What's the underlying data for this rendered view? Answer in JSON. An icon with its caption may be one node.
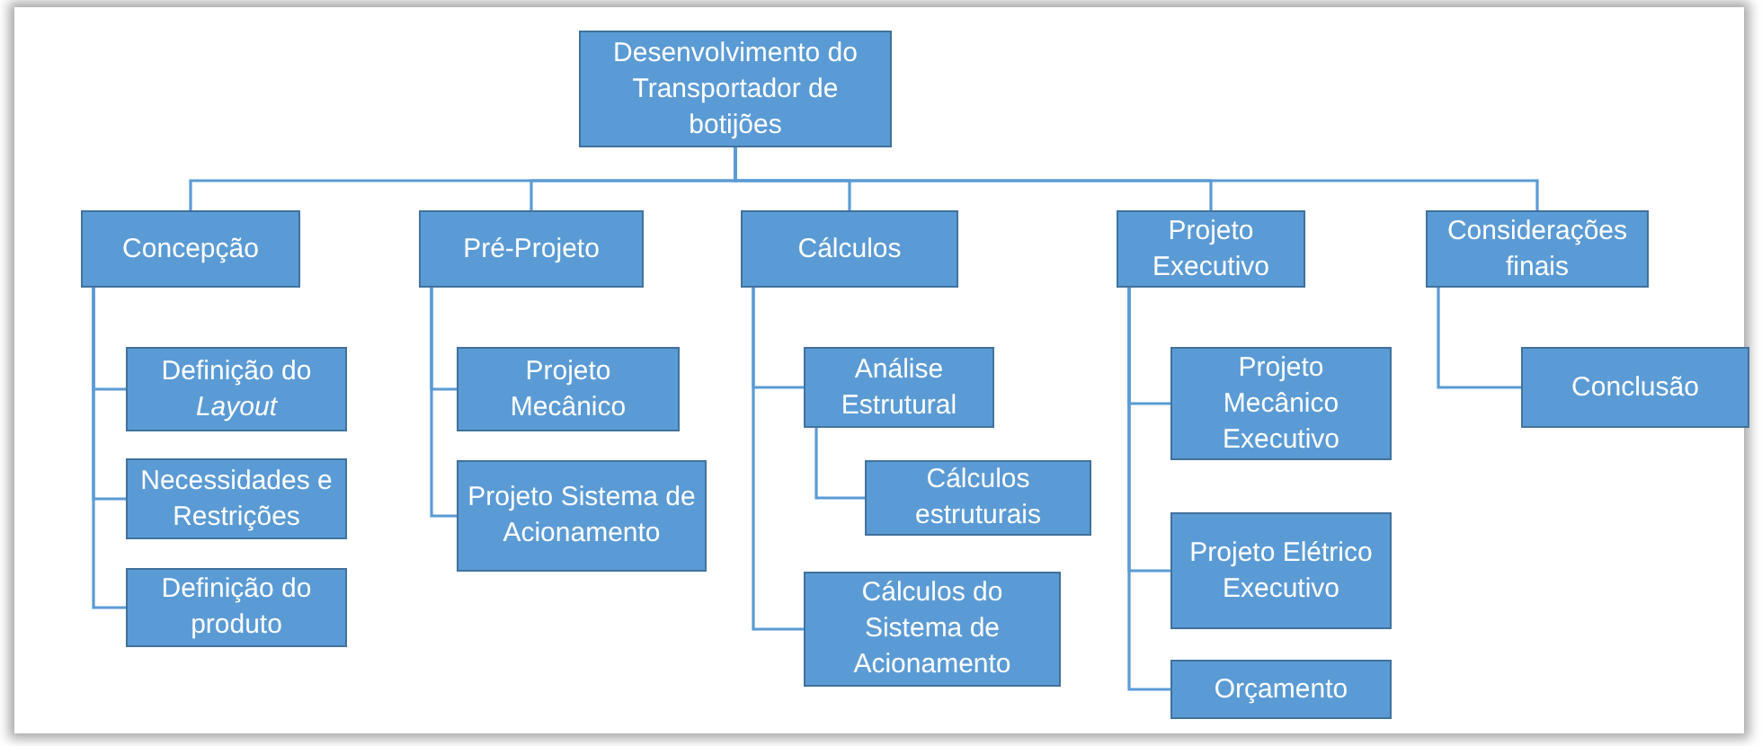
{
  "diagram": {
    "nodes": [
      {
        "text": [
          "Desenvolvimento do Transportador de botijões"
        ]
      },
      {
        "text": [
          "Concepção"
        ]
      },
      {
        "text": [
          "Pré-Projeto"
        ]
      },
      {
        "text": [
          "Cálculos"
        ]
      },
      {
        "text": [
          "Projeto Executivo"
        ]
      },
      {
        "text": [
          "Considerações finais"
        ]
      },
      {
        "text": [
          "Definição do *Layout*"
        ]
      },
      {
        "text": [
          "Necessidades e Restrições"
        ]
      },
      {
        "text": [
          "Definição do produto"
        ]
      },
      {
        "text": [
          "Projeto Mecânico"
        ]
      },
      {
        "text": [
          "Projeto Sistema de Acionamento"
        ]
      },
      {
        "text": [
          "Análise Estrutural"
        ]
      },
      {
        "text": [
          "Cálculos estruturais"
        ]
      },
      {
        "text": [
          "Cálculos do Sistema de Acionamento"
        ]
      },
      {
        "text": [
          "Projeto Mecânico Executivo"
        ]
      },
      {
        "text": [
          "Projeto Elétrico Executivo"
        ]
      },
      {
        "text": [
          "Orçamento"
        ]
      },
      {
        "text": [
          "Conclusão"
        ]
      }
    ],
    "edges": [
      {
        "from": 0,
        "to": 1,
        "arrow": "none"
      },
      {
        "from": 0,
        "to": 2,
        "arrow": "none"
      },
      {
        "from": 0,
        "to": 3,
        "arrow": "none"
      },
      {
        "from": 0,
        "to": 4,
        "arrow": "none"
      },
      {
        "from": 0,
        "to": 5,
        "arrow": "none"
      },
      {
        "from": 1,
        "to": 6,
        "arrow": "none"
      },
      {
        "from": 1,
        "to": 7,
        "arrow": "none"
      },
      {
        "from": 1,
        "to": 8,
        "arrow": "none"
      },
      {
        "from": 2,
        "to": 9,
        "arrow": "none"
      },
      {
        "from": 2,
        "to": 10,
        "arrow": "none"
      },
      {
        "from": 3,
        "to": 11,
        "arrow": "none"
      },
      {
        "from": 11,
        "to": 12,
        "arrow": "none"
      },
      {
        "from": 3,
        "to": 13,
        "arrow": "none"
      },
      {
        "from": 4,
        "to": 14,
        "arrow": "none"
      },
      {
        "from": 4,
        "to": 15,
        "arrow": "none"
      },
      {
        "from": 4,
        "to": 16,
        "arrow": "none"
      },
      {
        "from": 5,
        "to": 17,
        "arrow": "none"
      }
    ]
  }
}
